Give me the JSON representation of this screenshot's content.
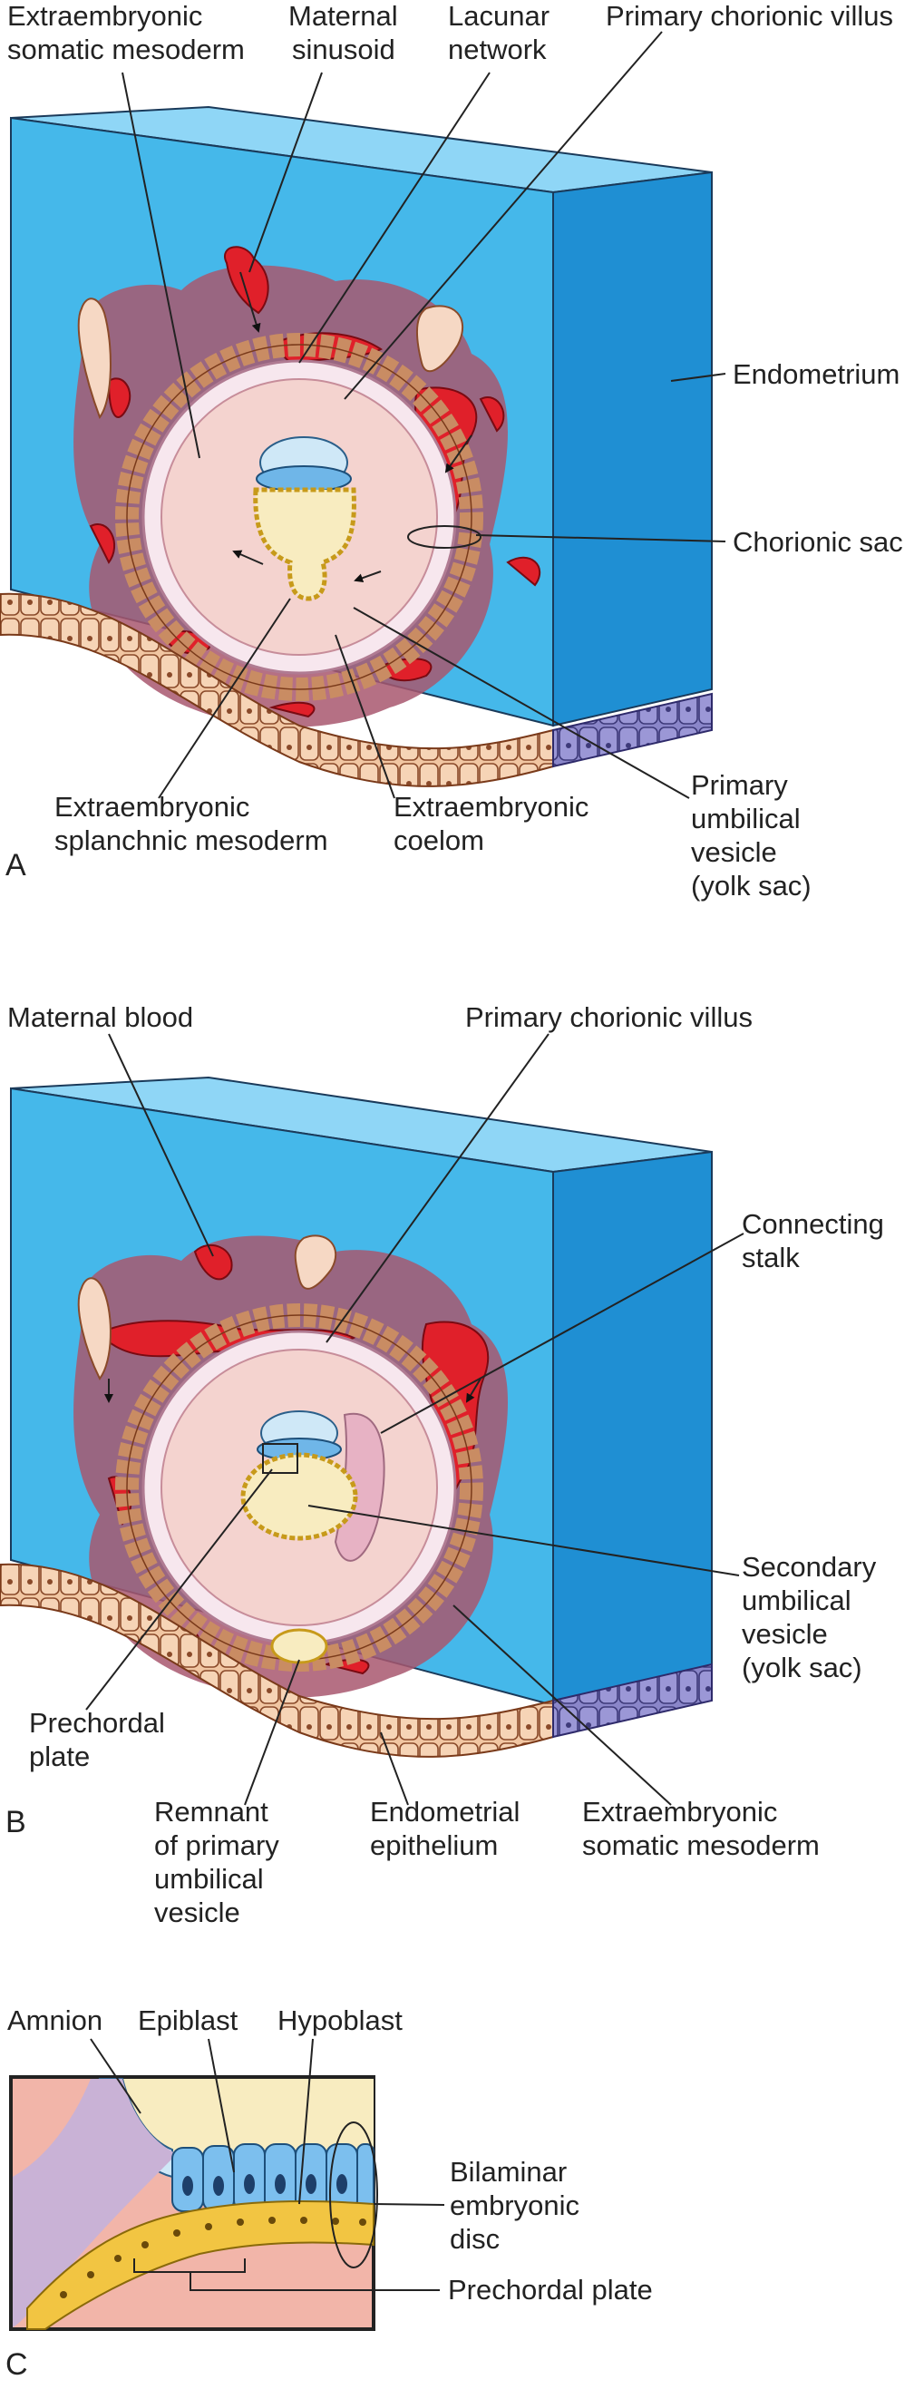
{
  "panels": {
    "a": {
      "letter": "A",
      "labels": {
        "extraembryonic_somatic_mesoderm": [
          "Extraembryonic",
          "somatic mesoderm"
        ],
        "maternal_sinusoid": [
          "Maternal",
          "sinusoid"
        ],
        "lacunar_network": [
          "Lacunar",
          "network"
        ],
        "primary_chorionic_villus": [
          "Primary chorionic villus"
        ],
        "endometrium": [
          "Endometrium"
        ],
        "chorionic_sac": [
          "Chorionic sac"
        ],
        "extraembryonic_splanchnic_mesoderm": [
          "Extraembryonic",
          "splanchnic mesoderm"
        ],
        "extraembryonic_coelom": [
          "Extraembryonic",
          "coelom"
        ],
        "primary_umbilical_vesicle": [
          "Primary",
          "umbilical",
          "vesicle",
          "(yolk sac)"
        ]
      }
    },
    "b": {
      "letter": "B",
      "labels": {
        "maternal_blood": [
          "Maternal blood"
        ],
        "primary_chorionic_villus": [
          "Primary chorionic villus"
        ],
        "connecting_stalk": [
          "Connecting",
          "stalk"
        ],
        "secondary_umbilical_vesicle": [
          "Secondary",
          "umbilical",
          "vesicle",
          "(yolk sac)"
        ],
        "prechordal_plate": [
          "Prechordal",
          "plate"
        ],
        "remnant_primary_umbilical_vesicle": [
          "Remnant",
          "of primary",
          "umbilical",
          "vesicle"
        ],
        "endometrial_epithelium": [
          "Endometrial",
          "epithelium"
        ],
        "extraembryonic_somatic_mesoderm": [
          "Extraembryonic",
          "somatic mesoderm"
        ]
      }
    },
    "c": {
      "letter": "C",
      "labels": {
        "amnion": [
          "Amnion"
        ],
        "epiblast": [
          "Epiblast"
        ],
        "hypoblast": [
          "Hypoblast"
        ],
        "bilaminar_embryonic_disc": [
          "Bilaminar",
          "embryonic",
          "disc"
        ],
        "prechordal_plate": [
          "Prechordal plate"
        ]
      }
    }
  },
  "colors": {
    "endometrium_front": "#45b8ea",
    "endometrium_top": "#8fd6f6",
    "endometrium_side": "#1f8fd3",
    "decidua": "#a8576e",
    "maternal_blood": "#e0202a",
    "trophoblast": "#e9b79a",
    "chorionic_cavity": "#f4d3cf",
    "yolk_sac": "#f8ecc0",
    "epiblast": "#8cc6ee",
    "hypoblast": "#f2c542"
  }
}
